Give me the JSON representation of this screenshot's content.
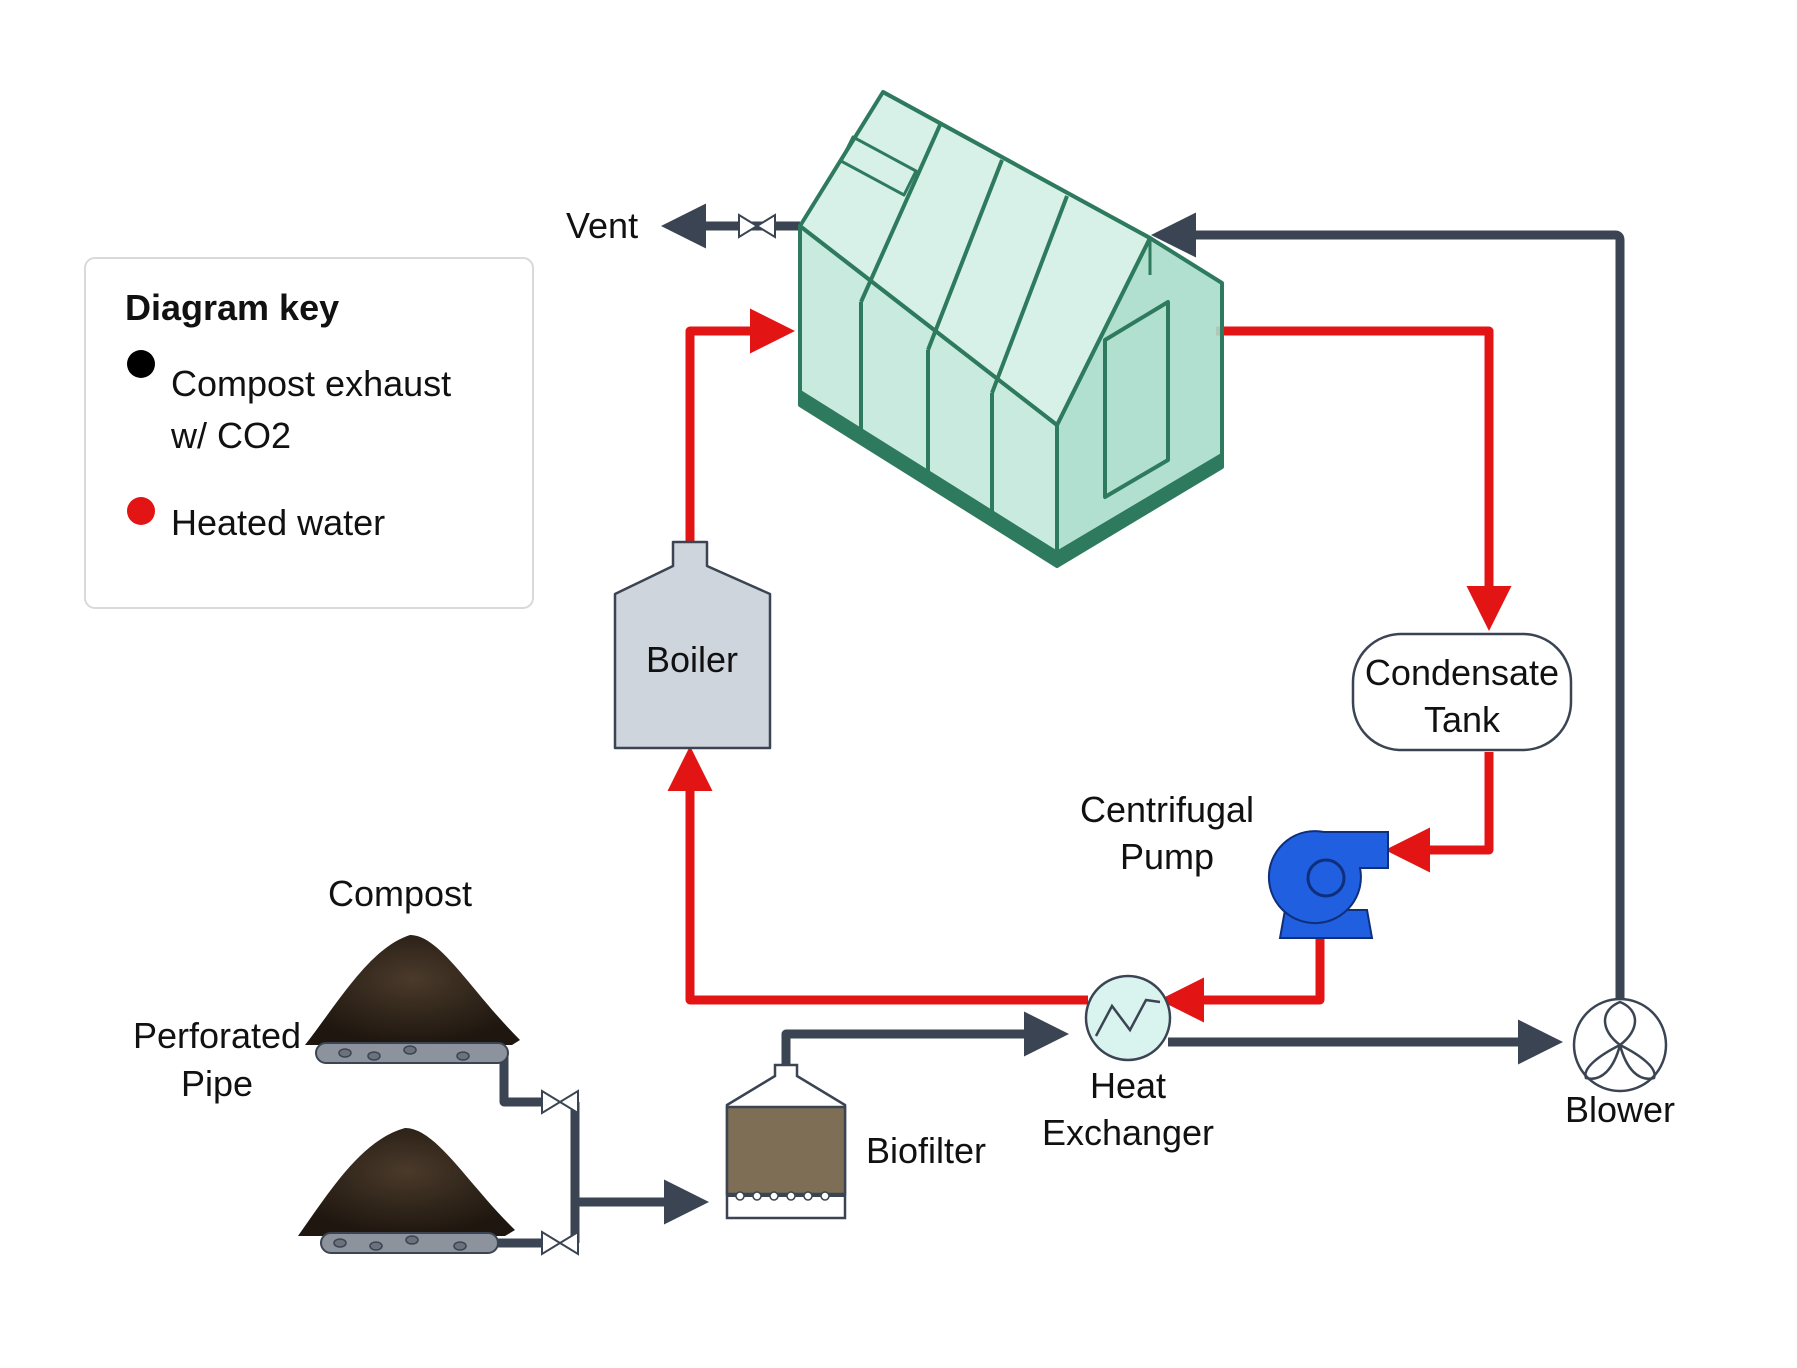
{
  "key": {
    "title": "Diagram key",
    "items": [
      {
        "line1": "Compost exhaust",
        "line2": "w/ CO2",
        "color": "#000000"
      },
      {
        "line1": "Heated water",
        "color": "#e31414"
      }
    ]
  },
  "labels": {
    "vent": "Vent",
    "boiler": "Boiler",
    "condensate_tank": [
      "Condensate",
      "Tank"
    ],
    "centrifugal_pump": [
      "Centrifugal",
      "Pump"
    ],
    "compost": "Compost",
    "perforated_pipe": [
      "Perforated",
      "Pipe"
    ],
    "biofilter": "Biofilter",
    "heat_exchanger": [
      "Heat",
      "Exchanger"
    ],
    "blower": "Blower"
  },
  "colors": {
    "heated_water": "#e31414",
    "exhaust": "#3b4452",
    "greenhouse_glass": "#a8dccb",
    "greenhouse_frame": "#2e7a5e",
    "boiler_fill": "#cfd5dd",
    "pump": "#1f5fe0",
    "biofilter_media": "#7d6e55",
    "compost": "#2e2218"
  }
}
